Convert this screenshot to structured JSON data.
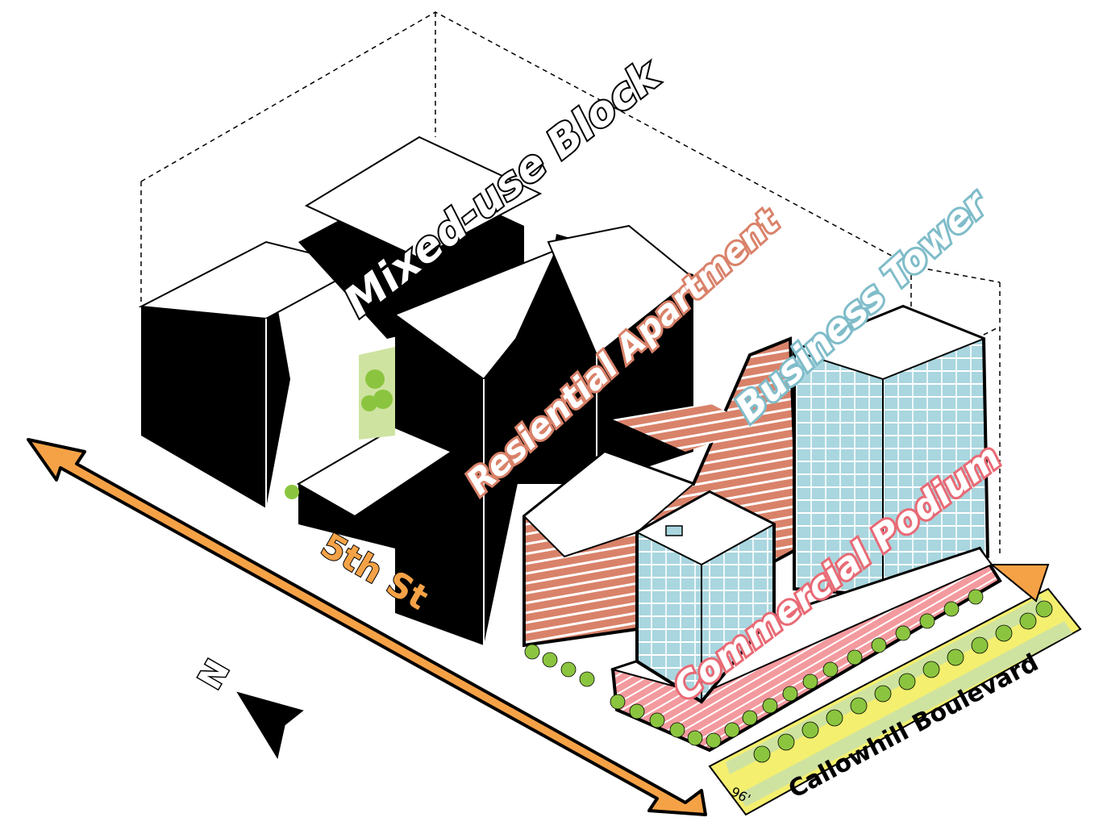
{
  "labels": {
    "mixed_use": "Mixed-use Block",
    "residential": "Resiential Apartment",
    "business": "Business Tower",
    "commercial": "Commercial Podium",
    "street_5th": "5th St",
    "boulevard": "Callowhill Boulevard",
    "dimension": "96'",
    "north": "N"
  },
  "colors": {
    "arrow_orange": "#f5a247",
    "residential_brick": "#d9826a",
    "tower_blue": "#a9d6df",
    "podium_pink": "#f39a9f",
    "median_yellow": "#f4ef6e",
    "grass_green": "#cfe3a1",
    "tree_green": "#8bc53f",
    "mass_black": "#000000"
  }
}
